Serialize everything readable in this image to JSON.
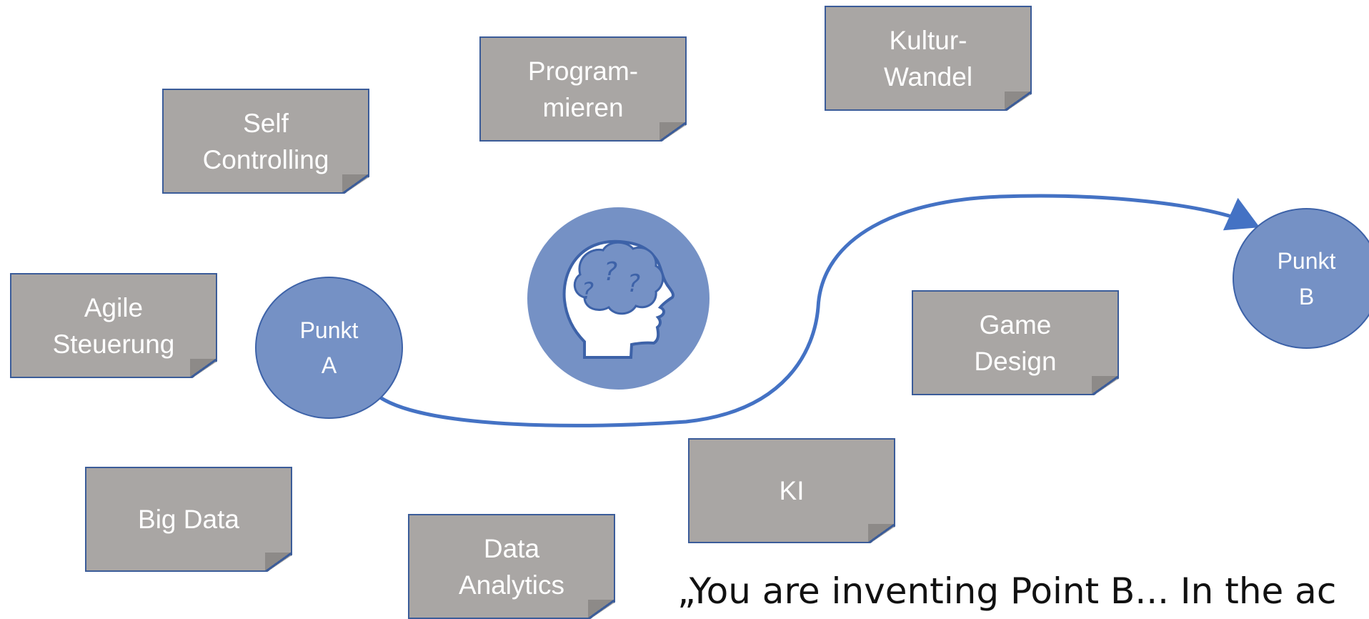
{
  "notes": {
    "self_controlling": [
      "Self",
      "Controlling"
    ],
    "programmieren": [
      "Program-",
      "mieren"
    ],
    "kultur_wandel": [
      "Kultur-",
      "Wandel"
    ],
    "agile_steuerung": [
      "Agile",
      "Steuerung"
    ],
    "game_design": [
      "Game",
      "Design"
    ],
    "big_data": [
      "Big Data"
    ],
    "ki": [
      "KI"
    ],
    "data_analytics": [
      "Data",
      "Analytics"
    ]
  },
  "point_a": [
    "Punkt",
    "A"
  ],
  "point_b": [
    "Punkt",
    "B"
  ],
  "head_icon": "thinking-head-question-marks-icon",
  "quote": "„You are inventing Point B... In the ac",
  "colors": {
    "note_fill": "#a9a6a4",
    "note_border": "#3b5c99",
    "circle_fill": "#7591c5",
    "path_stroke": "#4472c4",
    "head_fill": "#ffffff"
  }
}
